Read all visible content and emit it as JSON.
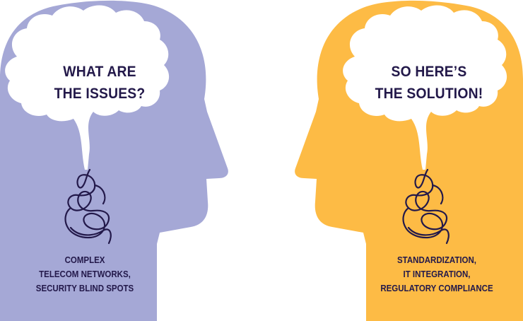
{
  "left_head": {
    "color": "#a5a8d6",
    "brain_lines": [
      "WHAT ARE",
      "THE ISSUES?"
    ],
    "caption_lines": [
      "COMPLEX",
      "TELECOM NETWORKS,",
      "SECURITY BLIND SPOTS"
    ]
  },
  "right_head": {
    "color": "#fdbb45",
    "brain_lines": [
      "SO HERE’S",
      "THE SOLUTION!"
    ],
    "caption_lines": [
      "STANDARDIZATION,",
      "IT INTEGRATION,",
      "REGULATORY COMPLIANCE"
    ]
  },
  "brain_color": "#ffffff",
  "text_color": "#23194a",
  "icons": [
    "head-silhouette",
    "brain-cloud",
    "tangled-thread-icon"
  ]
}
